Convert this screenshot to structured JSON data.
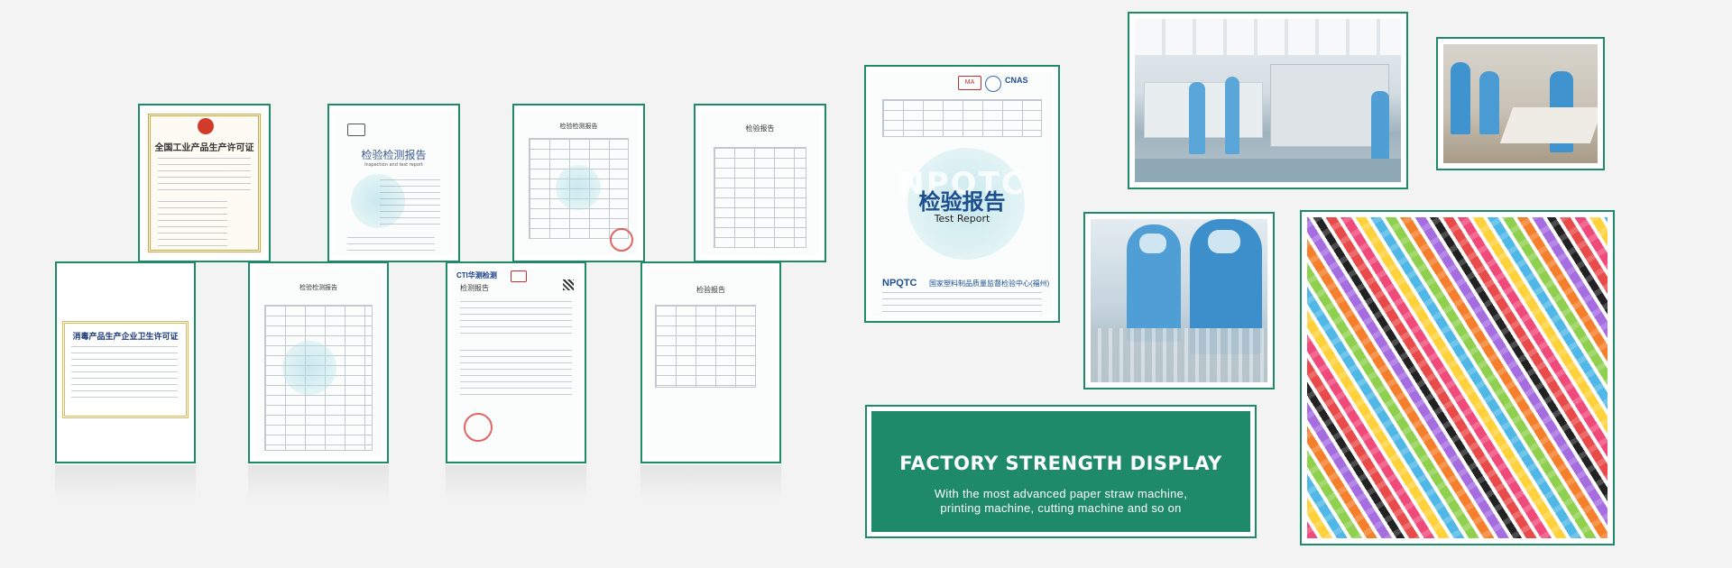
{
  "banner": {
    "title": "FACTORY STRENGTH DISPLAY",
    "desc_line1": "With the most advanced paper straw machine,",
    "desc_line2": "printing machine, cutting machine and so on"
  },
  "certificates": {
    "c1": {
      "title": "全国工业产品生产许可证"
    },
    "c2": {
      "title": "检验检测报告",
      "subtitle": "Inspection and test report"
    },
    "c3": {
      "title": "检验检测报告"
    },
    "c4": {
      "title": "检验报告"
    },
    "c5": {
      "title": "消毒产品生产企业卫生许可证"
    },
    "c6": {
      "title": "检验检测报告"
    },
    "c7": {
      "brand": "CTI华测检测",
      "title": "检测报告"
    },
    "c8": {
      "title": "检验报告"
    },
    "c9": {
      "badges": [
        "MA",
        "CNAS"
      ],
      "title": "检验报告",
      "subtitle": "Test Report",
      "watermark": "NPQTC",
      "footer_brand": "NPQTC",
      "footer_text": "国家塑料制品质量监督检验中心(福州)"
    }
  },
  "colors": {
    "accent": "#1e8a67",
    "background": "#f3f3f3"
  }
}
